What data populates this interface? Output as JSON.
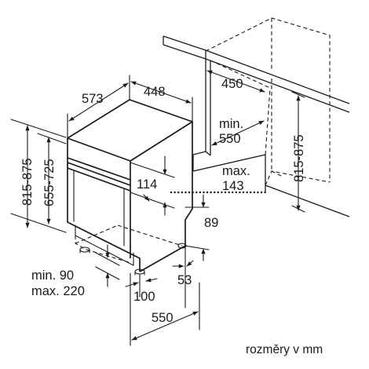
{
  "dimensions": {
    "depth": "573",
    "width": "448",
    "niche_width": "450",
    "min_depth_label": "min.",
    "min_depth_value": "550",
    "height_range": "815-875",
    "body_height_range": "655-725",
    "panel_offset": "114",
    "max_label": "max.",
    "max_value": "143",
    "niche_height_range": "815-875",
    "plinth_height": "89",
    "plinth_min_label": "min. 90",
    "plinth_max_label": "max. 220",
    "plinth_depth": "53",
    "foot_depth": "100",
    "total_depth": "550"
  },
  "caption": "rozměry v mm"
}
